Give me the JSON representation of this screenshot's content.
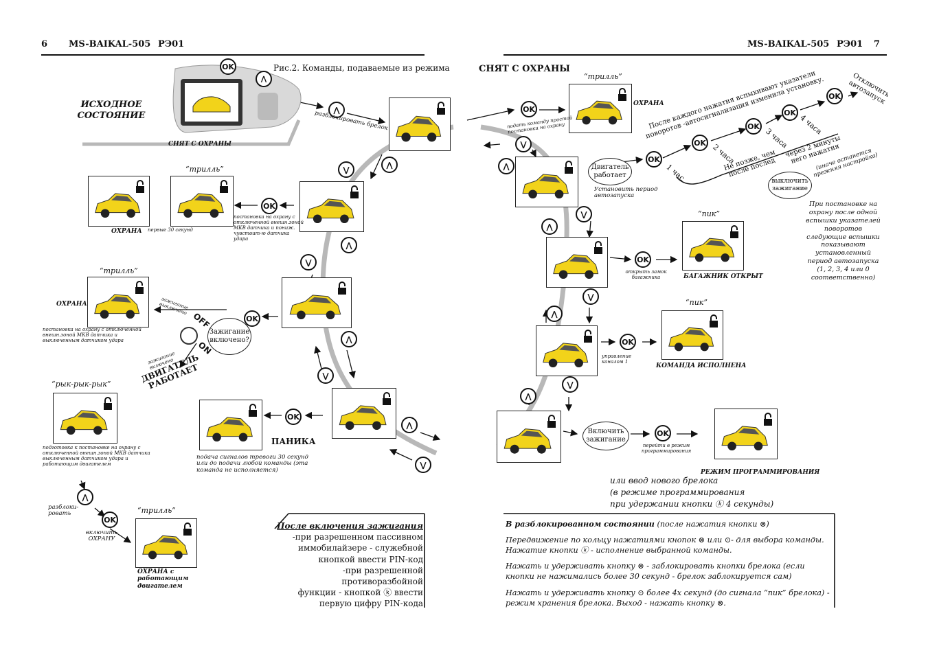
{
  "header": {
    "left_page": "6",
    "left_model": "MS-BAIKAL-505",
    "left_code": "РЭ01",
    "right_model": "MS-BAIKAL-505",
    "right_code": "РЭ01",
    "right_page": "7"
  },
  "left": {
    "figure_caption": "Рис.2. Команды, подаваемые из режима",
    "initial_state": "ИСХОДНОЕ СОСТОЯНИЕ",
    "fob_caption": "СНЯТ С ОХРАНЫ",
    "unlock_fob": "разблокировать брелок",
    "trill": "“трилль”",
    "guard": "ОХРАНА",
    "first30": "первые 30 секунд",
    "arm_reduced": "постановка на охрану с отключенной внешн.зоной МКВ датчика и пониж. чувствит-ю датчика удара",
    "arm_disabled": "постановка на охрану с отключенной внешн.зоной МКВ датчика и выключенным датчиком удара",
    "ign_off": "зажигание выключено",
    "ign_on": "зажигание включено",
    "off_label": "OFF",
    "on_label": "ON",
    "ignition_q": "Зажигание включено?",
    "engine_running": "ДВИГАТЕЛЬ РАБОТАЕТ",
    "ryk": "“рык-рык-рык”",
    "prep_arm": "подготовка к постановке на охрану с отключенной внешн.зоной МКВ датчика выключенным датчиком удара и работающим двигателем",
    "unlock": "разблоки-ровать",
    "arm_on": "включить ОХРАНУ",
    "guard_engine": "ОХРАНА с работающим двигателем",
    "panic": "ПАНИКА",
    "panic_desc": "подача сигналов тревоги 30 секунд или до подачи любой команды (эта команда не исполняется)",
    "note_title": "После включения зажигания",
    "note_lines": [
      "-при разрешенном пассивном",
      "иммобилайзере - служебной",
      "кнопкой ввести PIN-код",
      "-при разрешенной противоразбойной",
      "функции - кнопкой ⓚ ввести",
      "первую цифру PIN-кода"
    ]
  },
  "right": {
    "title": "СНЯТ С ОХРАНЫ",
    "trill": "“трилль”",
    "guard": "ОХРАНА",
    "simple_arm": "подать команду простой постановки на охрану",
    "engine_runs": "Двигатель работает",
    "set_period": "Установить период автозапуска",
    "after_press": "После каждого нажатия вспыхивают указатели поворотов -автосигнализация изменила установку.",
    "h1": "1 час",
    "h2": "2 часа",
    "h3": "3 часа",
    "h4": "4 часа",
    "disable_autostart": "Отключить автозапуск",
    "no_later": "Не позже, чем после послед",
    "two_min": "через 2 минуты него нажатия",
    "turn_off_ign": "выключить зажигание",
    "else_prev": "(иначе останется прежняя настройка)",
    "arm_note": "При постановке на охрану после одной вспышки указателей поворотов следующие вспышки показывают установленный период автозапуска (1, 2, 3, 4 или 0 соответственно)",
    "pik": "“пик”",
    "open_trunk": "открыть замок багажника",
    "trunk_open": "БАГАЖНИК ОТКРЫТ",
    "channel1": "управление каналом 1",
    "cmd_done": "КОМАНДА ИСПОЛНЕНА",
    "turn_on_ign": "Включить зажигание",
    "go_prog": "перейти в режим программирования",
    "prog_mode": "РЕЖИМ ПРОГРАММИРОВАНИЯ",
    "new_fob_lines": [
      "или ввод нового брелока",
      "(в режиме программирования",
      "при удержании  кнопки ⓚ 4 секунды)"
    ],
    "bottom_title": "В разблокированном состоянии",
    "bottom_title_tail": " (после нажатия кнопки ⊗)",
    "bottom_lines": [
      "Передвижение по кольцу нажатиями кнопок ⊗ или ⊙- для выбора команды.",
      "Нажатие кнопки ⓚ - исполнение выбранной команды.",
      "Нажать  и удерживать кнопку ⊗ - заблокировать кнопки брелока (если",
      "кнопки не нажимались более 30 секунд - брелок заблокируется сам)",
      "Нажать и удерживать кнопку ⊙ более 4х секунд (до сигнала “пик” брелока) -",
      "режим хранения брелока. Выход - нажать кнопку ⊗."
    ]
  },
  "buttons": {
    "ok": "OK",
    "up": "⋀",
    "down": "⋁"
  },
  "colors": {
    "car": "#f2d31a",
    "ring": "#b8b8b8",
    "ink": "#111111"
  }
}
